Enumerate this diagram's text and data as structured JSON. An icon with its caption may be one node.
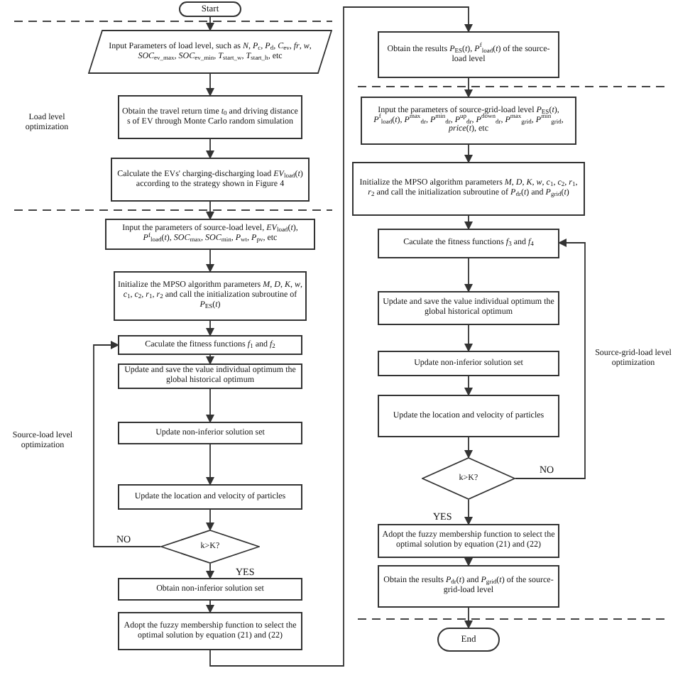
{
  "diagram": {
    "nodes": [
      {
        "text": [
          "Start"
        ]
      },
      {
        "text": [
          "Input Parameters of load level, such as *N*, *P*$_{c}$, *P*$_{d}$, *C*$_{ev}$, *fr*, *w*, *SOC*$_{ev_max}$, *SOC*$_{ev_min}$, *T*$_{start_w}$, *T*$_{start_h}$, etc"
        ]
      },
      {
        "text": [
          "Obtain the travel return time *t*$_{0}$ and driving distance s of EV through Monte Carlo random simulation"
        ]
      },
      {
        "text": [
          "Calculate the EVs' charging-discharging load *EV*$_{load}$(*t*) according to the strategy shown in Figure 4"
        ]
      },
      {
        "text": [
          "Input the parameters of source-load level, *EV*$_{load}$(*t*), *P*$^{f}$$_{load}$(*t*), *SOC*$_{max}$, *SOC*$_{min}$, *P*$_{wt}$, *P*$_{pv}$, etc"
        ]
      },
      {
        "text": [
          "Initialize the MPSO algorithm parameters *M*, *D*, *K*, *w*, *c*$_{1}$, *c*$_{2}$, *r*$_{1}$, *r*$_{2}$ and call the initialization subroutine of *P*$_{ES}$(*t*)"
        ]
      },
      {
        "text": [
          "Caculate the fitness functions *f*$_{1}$ and *f*$_{2}$"
        ]
      },
      {
        "text": [
          "Update and save the value individual optimum the global historical optimum"
        ]
      },
      {
        "text": [
          "Update non-inferior solution set"
        ]
      },
      {
        "text": [
          "Update the location and velocity of particles"
        ]
      },
      {
        "text": [
          "k>K?"
        ]
      },
      {
        "text": [
          "Obtain non-inferior solution set"
        ]
      },
      {
        "text": [
          "Adopt the fuzzy membership function to select the optimal solution by equation (21) and (22)"
        ]
      },
      {
        "text": [
          "Obtain the results *P*$_{ES}$(*t*), *P*$^{f}$$_{load}$(*t*) of the source-load level"
        ]
      },
      {
        "text": [
          "Input the parameters of source-grid-load level *P*$_{ES}$(*t*), *P*$^{f}$$_{load}$(*t*), *P*$^{max}$$_{dr}$, *P*$^{min}$$_{dr}$, *P*$^{up}$$_{dr}$, *P*$^{down}$$_{dr}$, *P*$^{max}$$_{grid}$, *P*$^{min}$$_{grid}$, *price*(*t*), etc"
        ]
      },
      {
        "text": [
          "Initialize the MPSO algorithm parameters *M*, *D*, *K*, *w*, *c*$_{1}$, *c*$_{2}$, *r*$_{1}$, *r*$_{2}$ and call the initialization subroutine of *P*$_{dr}$(*t*) and *P*$_{grid}$(*t*)"
        ]
      },
      {
        "text": [
          "Caculate the fitness functions *f*$_{3}$ and *f*$_{4}$"
        ]
      },
      {
        "text": [
          "Update and save the value individual optimum the global historical optimum"
        ]
      },
      {
        "text": [
          "Update non-inferior solution set"
        ]
      },
      {
        "text": [
          "Update the location and velocity of particles"
        ]
      },
      {
        "text": [
          "k>K?"
        ]
      },
      {
        "text": [
          "Adopt the fuzzy membership function to select the optimal solution by equation (21) and (22)"
        ]
      },
      {
        "text": [
          "Obtain the results *P*$_{dr}$(*t*) and *P*$_{grid}$(*t*) of the source-grid-load level"
        ]
      },
      {
        "text": [
          "End"
        ]
      }
    ],
    "edges": [
      {
        "from": 0,
        "to": 1,
        "arrow": "to"
      },
      {
        "from": 1,
        "to": 2,
        "arrow": "to"
      },
      {
        "from": 2,
        "to": 3,
        "arrow": "to"
      },
      {
        "from": 3,
        "to": 4,
        "arrow": "to"
      },
      {
        "from": 4,
        "to": 5,
        "arrow": "to"
      },
      {
        "from": 5,
        "to": 6,
        "arrow": "to"
      },
      {
        "from": 6,
        "to": 7,
        "arrow": "to"
      },
      {
        "from": 7,
        "to": 8,
        "arrow": "to"
      },
      {
        "from": 8,
        "to": 9,
        "arrow": "to"
      },
      {
        "from": 9,
        "to": 10,
        "arrow": "to"
      },
      {
        "from": 10,
        "to": 6,
        "arrow": "to",
        "label": "NO"
      },
      {
        "from": 10,
        "to": 11,
        "arrow": "to",
        "label": "YES"
      },
      {
        "from": 11,
        "to": 12,
        "arrow": "to"
      },
      {
        "from": 12,
        "to": 13,
        "arrow": "to"
      },
      {
        "from": 13,
        "to": 14,
        "arrow": "to"
      },
      {
        "from": 14,
        "to": 15,
        "arrow": "to"
      },
      {
        "from": 15,
        "to": 16,
        "arrow": "to"
      },
      {
        "from": 16,
        "to": 17,
        "arrow": "to"
      },
      {
        "from": 17,
        "to": 18,
        "arrow": "to"
      },
      {
        "from": 18,
        "to": 19,
        "arrow": "to"
      },
      {
        "from": 19,
        "to": 20,
        "arrow": "to"
      },
      {
        "from": 20,
        "to": 16,
        "arrow": "to",
        "label": "NO"
      },
      {
        "from": 20,
        "to": 21,
        "arrow": "to",
        "label": "YES"
      },
      {
        "from": 21,
        "to": 22,
        "arrow": "to"
      },
      {
        "from": 22,
        "to": 23,
        "arrow": "to"
      }
    ],
    "labels": [
      "Load level optimization",
      "Source-load level optimization",
      "Source-grid-load level optimization"
    ]
  }
}
